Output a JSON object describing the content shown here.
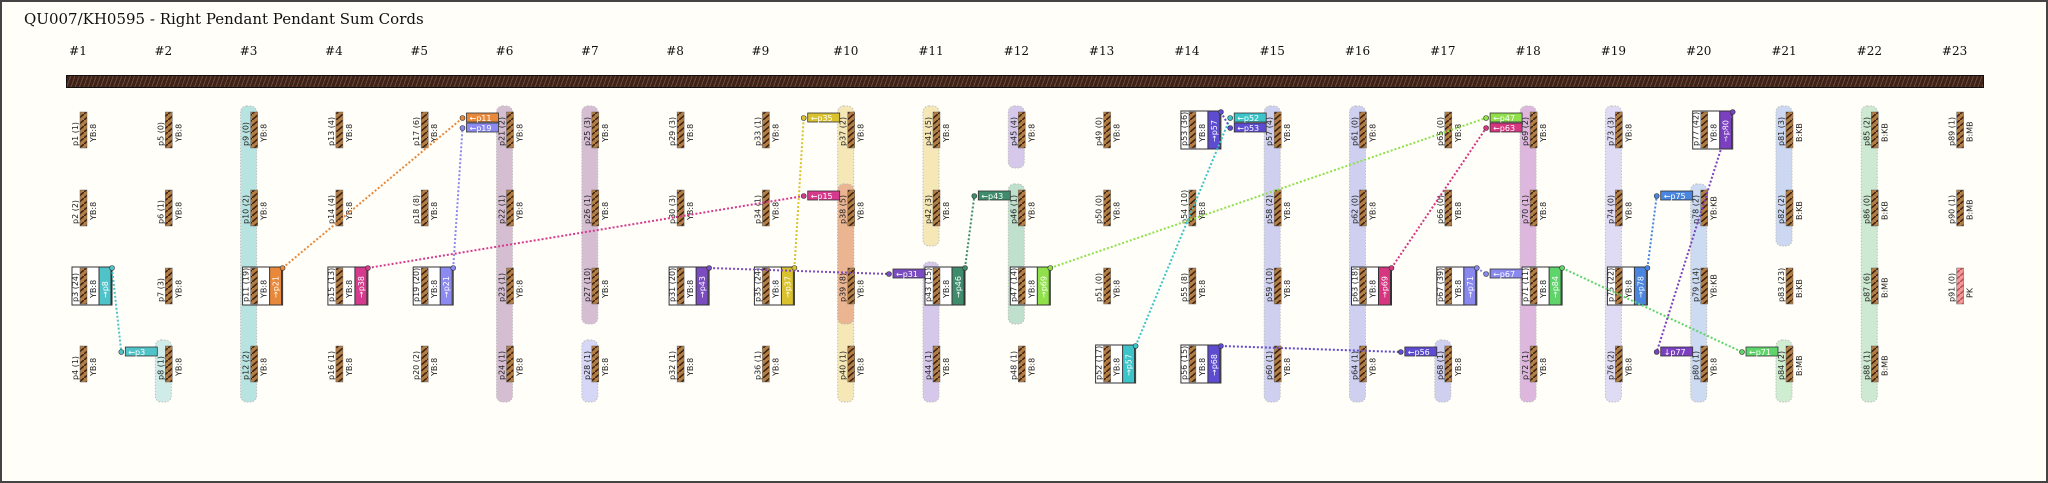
{
  "title": "QU007/KH0595 - Right Pendant Pendant Sum Cords",
  "groups": [
    "#1",
    "#2",
    "#3",
    "#4",
    "#5",
    "#6",
    "#7",
    "#8",
    "#9",
    "#10",
    "#11",
    "#12",
    "#13",
    "#14",
    "#15",
    "#16",
    "#17",
    "#18",
    "#19",
    "#20",
    "#21",
    "#22",
    "#23"
  ],
  "cords": [
    {
      "id": "p1",
      "knots": 1,
      "color": "YB:8"
    },
    {
      "id": "p2",
      "knots": 2,
      "color": "YB:8"
    },
    {
      "id": "p3",
      "knots": 24,
      "color": "YB:8",
      "sum": "p8"
    },
    {
      "id": "p4",
      "knots": 1,
      "color": "YB:8"
    },
    {
      "id": "p5",
      "knots": 0,
      "color": "YB:8"
    },
    {
      "id": "p6",
      "knots": 1,
      "color": "YB:8"
    },
    {
      "id": "p7",
      "knots": 3,
      "color": "YB:8"
    },
    {
      "id": "p8",
      "knots": 1,
      "color": "YB:8"
    },
    {
      "id": "p9",
      "knots": 0,
      "color": "YB:8"
    },
    {
      "id": "p10",
      "knots": 2,
      "color": "YB:8"
    },
    {
      "id": "p11",
      "knots": 19,
      "color": "YB:8",
      "sum": "p21"
    },
    {
      "id": "p12",
      "knots": 2,
      "color": "YB:8"
    },
    {
      "id": "p13",
      "knots": 4,
      "color": "YB:8"
    },
    {
      "id": "p14",
      "knots": 4,
      "color": "YB:8"
    },
    {
      "id": "p15",
      "knots": 13,
      "color": "YB:8",
      "sum": "p38"
    },
    {
      "id": "p16",
      "knots": 1,
      "color": "YB:8"
    },
    {
      "id": "p17",
      "knots": 6,
      "color": "YB:8"
    },
    {
      "id": "p18",
      "knots": 8,
      "color": "YB:8"
    },
    {
      "id": "p19",
      "knots": 20,
      "color": "YB:8",
      "sum": "p21"
    },
    {
      "id": "p20",
      "knots": 2,
      "color": "YB:8"
    },
    {
      "id": "p21",
      "knots": 2,
      "color": "YB:8"
    },
    {
      "id": "p22",
      "knots": 1,
      "color": "YB:8"
    },
    {
      "id": "p23",
      "knots": 1,
      "color": "YB:8"
    },
    {
      "id": "p24",
      "knots": 1,
      "color": "YB:8"
    },
    {
      "id": "p25",
      "knots": 3,
      "color": "YB:8"
    },
    {
      "id": "p26",
      "knots": 1,
      "color": "YB:8"
    },
    {
      "id": "p27",
      "knots": 10,
      "color": "YB:8"
    },
    {
      "id": "p28",
      "knots": 1,
      "color": "YB:8"
    },
    {
      "id": "p29",
      "knots": 3,
      "color": "YB:8"
    },
    {
      "id": "p30",
      "knots": 3,
      "color": "YB:8"
    },
    {
      "id": "p31",
      "knots": 20,
      "color": "YB:8",
      "sum": "p43"
    },
    {
      "id": "p32",
      "knots": 1,
      "color": "YB:8"
    },
    {
      "id": "p33",
      "knots": 1,
      "color": "YB:8"
    },
    {
      "id": "p34",
      "knots": 1,
      "color": "YB:8"
    },
    {
      "id": "p35",
      "knots": 24,
      "color": "YB:8",
      "sum": "p37"
    },
    {
      "id": "p36",
      "knots": 1,
      "color": "YB:8"
    },
    {
      "id": "p37",
      "knots": 2,
      "color": "YB:8"
    },
    {
      "id": "p38",
      "knots": 5,
      "color": "YB:8"
    },
    {
      "id": "p39",
      "knots": 8,
      "color": "YB:8"
    },
    {
      "id": "p40",
      "knots": 1,
      "color": "YB:8"
    },
    {
      "id": "p41",
      "knots": 5,
      "color": "YB:8"
    },
    {
      "id": "p42",
      "knots": 3,
      "color": "YB:8"
    },
    {
      "id": "p43",
      "knots": 15,
      "color": "YB:8",
      "sum": "p46"
    },
    {
      "id": "p44",
      "knots": 1,
      "color": "YB:8"
    },
    {
      "id": "p45",
      "knots": 4,
      "color": "YB:8"
    },
    {
      "id": "p46",
      "knots": 1,
      "color": "YB:8"
    },
    {
      "id": "p47",
      "knots": 14,
      "color": "YB:8",
      "sum": "p69"
    },
    {
      "id": "p48",
      "knots": 1,
      "color": "YB:8"
    },
    {
      "id": "p49",
      "knots": 0,
      "color": "YB:8"
    },
    {
      "id": "p50",
      "knots": 0,
      "color": "YB:8"
    },
    {
      "id": "p51",
      "knots": 0,
      "color": "YB:8"
    },
    {
      "id": "p52",
      "knots": 17,
      "color": "YB:8",
      "sum": "p57"
    },
    {
      "id": "p53",
      "knots": 36,
      "color": "YB:8",
      "sum": "p57"
    },
    {
      "id": "p54",
      "knots": 10,
      "color": "YB:8"
    },
    {
      "id": "p55",
      "knots": 8,
      "color": "YB:8"
    },
    {
      "id": "p56",
      "knots": 15,
      "color": "YB:8",
      "sum": "p68"
    },
    {
      "id": "p57",
      "knots": 4,
      "color": "YB:8"
    },
    {
      "id": "p58",
      "knots": 2,
      "color": "YB:8"
    },
    {
      "id": "p59",
      "knots": 10,
      "color": "YB:8"
    },
    {
      "id": "p60",
      "knots": 1,
      "color": "YB:8"
    },
    {
      "id": "p61",
      "knots": 0,
      "color": "YB:8"
    },
    {
      "id": "p62",
      "knots": 0,
      "color": "YB:8"
    },
    {
      "id": "p63",
      "knots": 18,
      "color": "YB:8",
      "sum": "p69"
    },
    {
      "id": "p64",
      "knots": 1,
      "color": "YB:8"
    },
    {
      "id": "p65",
      "knots": 0,
      "color": "YB:8"
    },
    {
      "id": "p66",
      "knots": 0,
      "color": "YB:8"
    },
    {
      "id": "p67",
      "knots": 39,
      "color": "YB:8",
      "sum": "p71"
    },
    {
      "id": "p68",
      "knots": 1,
      "color": "YB:8"
    },
    {
      "id": "p69",
      "knots": 2,
      "color": "YB:8"
    },
    {
      "id": "p70",
      "knots": 1,
      "color": "YB:8"
    },
    {
      "id": "p71",
      "knots": 11,
      "color": "YB:8",
      "sum": "p84"
    },
    {
      "id": "p72",
      "knots": 1,
      "color": "YB:8"
    },
    {
      "id": "p73",
      "knots": 3,
      "color": "YB:8"
    },
    {
      "id": "p74",
      "knots": 0,
      "color": "YB:8"
    },
    {
      "id": "p75",
      "knots": 22,
      "color": "YB:8",
      "sum": "p78"
    },
    {
      "id": "p76",
      "knots": 2,
      "color": "YB:8"
    },
    {
      "id": "p77",
      "knots": 42,
      "color": "YB:8",
      "sum": "p80"
    },
    {
      "id": "p78",
      "knots": 2,
      "color": "YB:KB"
    },
    {
      "id": "p79",
      "knots": 14,
      "color": "YB:KB"
    },
    {
      "id": "p80",
      "knots": 1,
      "color": "YB:8"
    },
    {
      "id": "p81",
      "knots": 3,
      "color": "B:KB"
    },
    {
      "id": "p82",
      "knots": 2,
      "color": "B:KB"
    },
    {
      "id": "p83",
      "knots": 23,
      "color": "B:KB"
    },
    {
      "id": "p84",
      "knots": 2,
      "color": "B:MB"
    },
    {
      "id": "p85",
      "knots": 2,
      "color": "B:KB"
    },
    {
      "id": "p86",
      "knots": 0,
      "color": "B:KB"
    },
    {
      "id": "p87",
      "knots": 6,
      "color": "B:MB"
    },
    {
      "id": "p88",
      "knots": 1,
      "color": "B:MB"
    },
    {
      "id": "p89",
      "knots": 1,
      "color": "B:MB"
    },
    {
      "id": "p90",
      "knots": 1,
      "color": "B:MB"
    },
    {
      "id": "p91",
      "knots": 0,
      "color": "PK"
    }
  ],
  "links": [
    {
      "from": "p3",
      "to": "p8",
      "tag": "←p3",
      "color": "#4fc3c8"
    },
    {
      "from": "p11",
      "to": "p21",
      "tag": "←p11",
      "color": "#e8883a"
    },
    {
      "from": "p19",
      "to": "p21",
      "tag": "←p19",
      "color": "#8a8af0"
    },
    {
      "from": "p15",
      "to": "p38",
      "tag": "←p15",
      "color": "#d63a8c"
    },
    {
      "from": "p35",
      "to": "p37",
      "tag": "←p35",
      "color": "#d9c22e"
    },
    {
      "from": "p31",
      "to": "p43",
      "tag": "←p31",
      "color": "#7a4cc0"
    },
    {
      "from": "p43",
      "to": "p46",
      "tag": "←p43",
      "color": "#3f8c6c"
    },
    {
      "from": "p47",
      "to": "p69",
      "tag": "←p47",
      "color": "#8fe04a"
    },
    {
      "from": "p52",
      "to": "p57",
      "tag": "←p52",
      "color": "#3cc4c8"
    },
    {
      "from": "p53",
      "to": "p57",
      "tag": "←p53",
      "color": "#5d4cd0"
    },
    {
      "from": "p63",
      "to": "p69",
      "tag": "←p63",
      "color": "#d6357f"
    },
    {
      "from": "p56",
      "to": "p68",
      "tag": "←p56",
      "color": "#5d4cd0"
    },
    {
      "from": "p67",
      "to": "p71",
      "tag": "←p67",
      "color": "#8888ee"
    },
    {
      "from": "p71",
      "to": "p84",
      "tag": "←p71",
      "color": "#5ed46a"
    },
    {
      "from": "p75",
      "to": "p78",
      "tag": "←p75",
      "color": "#4a86e0"
    },
    {
      "from": "p77",
      "to": "p80",
      "tag": "↓p77",
      "color": "#7a40c0"
    }
  ],
  "colors": {
    "cord": "#a9743d",
    "cord_pink": "#f08c8c",
    "primary": "#3e2217"
  }
}
